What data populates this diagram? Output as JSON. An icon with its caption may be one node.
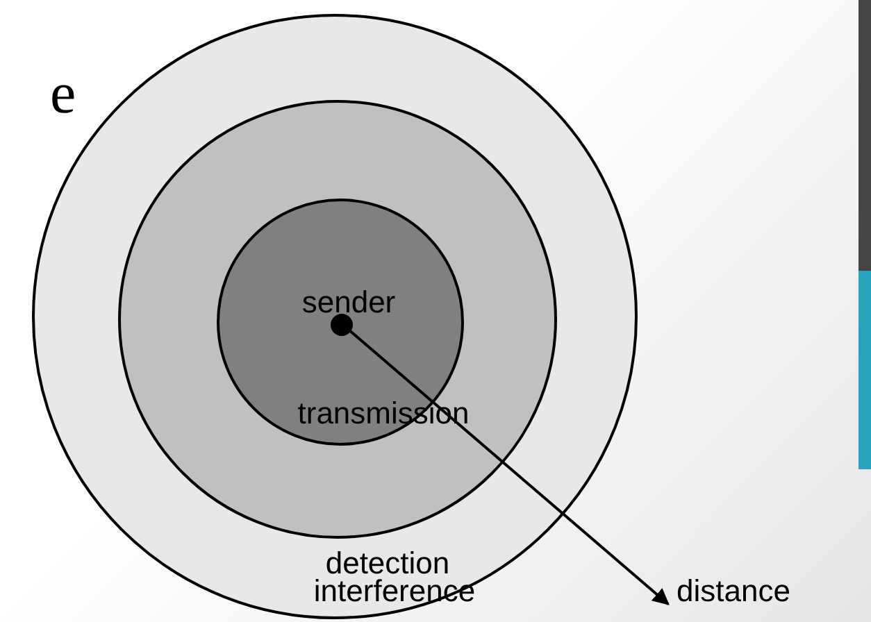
{
  "diagram": {
    "nodes": [
      {
        "text": [
          "interference"
        ]
      },
      {
        "text": [
          "detection"
        ],
        "in": 0
      },
      {
        "text": [
          "transmission"
        ],
        "in": 1
      },
      {
        "text": [
          "sender"
        ],
        "in": 2
      },
      {
        "text": [
          "distance"
        ]
      }
    ],
    "edges": [
      {
        "from": 3,
        "to": 4,
        "arrow": "to"
      }
    ],
    "labels": [
      "e"
    ]
  }
}
